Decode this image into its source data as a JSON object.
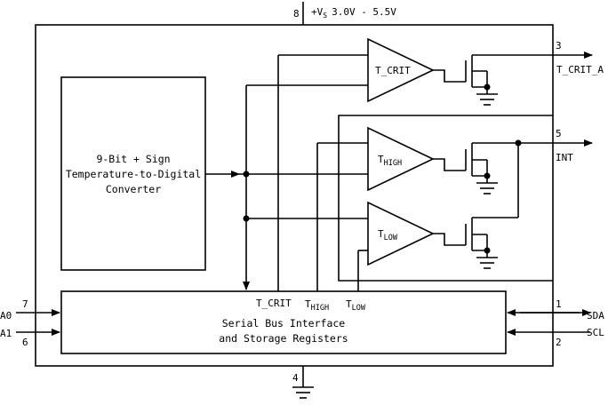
{
  "supply": {
    "pin": "8",
    "prefix": "+V",
    "sub": "S",
    "range": "3.0V - 5.5V"
  },
  "ground_pin": "4",
  "adc": {
    "lines": [
      "9-Bit + Sign",
      "Temperature-to-Digital",
      "Converter"
    ]
  },
  "serial": {
    "lines": [
      "Serial Bus Interface",
      "and Storage Registers"
    ],
    "taps": {
      "tcrit": "T_CRIT",
      "thigh_main": "T",
      "thigh_sub": "HIGH",
      "tlow_main": "T",
      "tlow_sub": "LOW"
    }
  },
  "comparators": {
    "tcrit": "T_CRIT",
    "thigh_main": "T",
    "thigh_sub": "HIGH",
    "tlow_main": "T",
    "tlow_sub": "LOW"
  },
  "pins": {
    "tcrit_a": {
      "num": "3",
      "label": "T_CRIT_A"
    },
    "int": {
      "num": "5",
      "label": "INT"
    },
    "a0": {
      "num": "7",
      "label": "A0"
    },
    "a1": {
      "num": "6",
      "label": "A1"
    },
    "sda": {
      "num": "1",
      "label": "SDA"
    },
    "scl": {
      "num": "2",
      "label": "SCL"
    }
  }
}
